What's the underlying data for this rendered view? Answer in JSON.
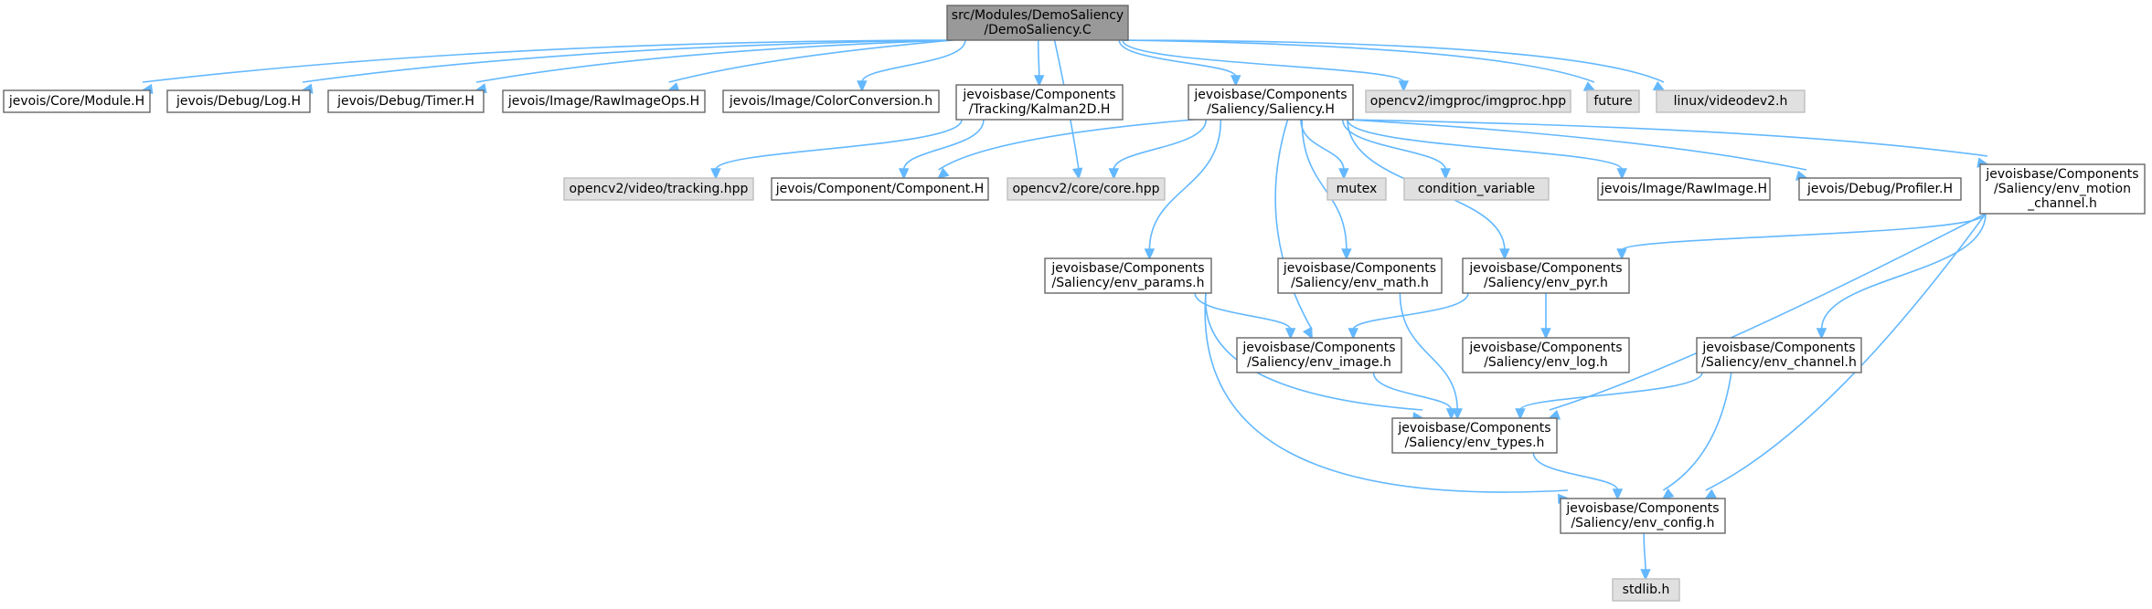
{
  "colors": {
    "root_fill": "#999999",
    "external_fill": "#e0e0e0",
    "local_fill": "#ffffff",
    "border": "#666666",
    "edge": "#63b8ff"
  },
  "nodes": [
    {
      "id": "root",
      "kind": "root",
      "lines": [
        "src/Modules/DemoSaliency",
        "/DemoSaliency.C"
      ]
    },
    {
      "id": "module_h",
      "kind": "local",
      "lines": [
        "jevois/Core/Module.H"
      ]
    },
    {
      "id": "log_h",
      "kind": "local",
      "lines": [
        "jevois/Debug/Log.H"
      ]
    },
    {
      "id": "timer_h",
      "kind": "local",
      "lines": [
        "jevois/Debug/Timer.H"
      ]
    },
    {
      "id": "rawimageops_h",
      "kind": "local",
      "lines": [
        "jevois/Image/RawImageOps.H"
      ]
    },
    {
      "id": "colorconversion_h",
      "kind": "local",
      "lines": [
        "jevois/Image/ColorConversion.h"
      ]
    },
    {
      "id": "kalman2d_h",
      "kind": "local",
      "lines": [
        "jevoisbase/Components",
        "/Tracking/Kalman2D.H"
      ]
    },
    {
      "id": "saliency_h",
      "kind": "local",
      "lines": [
        "jevoisbase/Components",
        "/Saliency/Saliency.H"
      ]
    },
    {
      "id": "imgproc_hpp",
      "kind": "external",
      "lines": [
        "opencv2/imgproc/imgproc.hpp"
      ]
    },
    {
      "id": "future",
      "kind": "external",
      "lines": [
        "future"
      ]
    },
    {
      "id": "videodev2_h",
      "kind": "external",
      "lines": [
        "linux/videodev2.h"
      ]
    },
    {
      "id": "tracking_hpp",
      "kind": "external",
      "lines": [
        "opencv2/video/tracking.hpp"
      ]
    },
    {
      "id": "component_h",
      "kind": "local",
      "lines": [
        "jevois/Component/Component.H"
      ]
    },
    {
      "id": "core_hpp",
      "kind": "external",
      "lines": [
        "opencv2/core/core.hpp"
      ]
    },
    {
      "id": "mutex",
      "kind": "external",
      "lines": [
        "mutex"
      ]
    },
    {
      "id": "condition_variable",
      "kind": "external",
      "lines": [
        "condition_variable"
      ]
    },
    {
      "id": "rawimage_h",
      "kind": "local",
      "lines": [
        "jevois/Image/RawImage.H"
      ]
    },
    {
      "id": "profiler_h",
      "kind": "local",
      "lines": [
        "jevois/Debug/Profiler.H"
      ]
    },
    {
      "id": "env_motion_channel_h",
      "kind": "local",
      "lines": [
        "jevoisbase/Components",
        "/Saliency/env_motion",
        "_channel.h"
      ]
    },
    {
      "id": "env_params_h",
      "kind": "local",
      "lines": [
        "jevoisbase/Components",
        "/Saliency/env_params.h"
      ]
    },
    {
      "id": "env_math_h",
      "kind": "local",
      "lines": [
        "jevoisbase/Components",
        "/Saliency/env_math.h"
      ]
    },
    {
      "id": "env_pyr_h",
      "kind": "local",
      "lines": [
        "jevoisbase/Components",
        "/Saliency/env_pyr.h"
      ]
    },
    {
      "id": "env_image_h",
      "kind": "local",
      "lines": [
        "jevoisbase/Components",
        "/Saliency/env_image.h"
      ]
    },
    {
      "id": "env_log_h",
      "kind": "local",
      "lines": [
        "jevoisbase/Components",
        "/Saliency/env_log.h"
      ]
    },
    {
      "id": "env_channel_h",
      "kind": "local",
      "lines": [
        "jevoisbase/Components",
        "/Saliency/env_channel.h"
      ]
    },
    {
      "id": "env_types_h",
      "kind": "local",
      "lines": [
        "jevoisbase/Components",
        "/Saliency/env_types.h"
      ]
    },
    {
      "id": "env_config_h",
      "kind": "local",
      "lines": [
        "jevoisbase/Components",
        "/Saliency/env_config.h"
      ]
    },
    {
      "id": "stdlib_h",
      "kind": "external",
      "lines": [
        "stdlib.h"
      ]
    }
  ],
  "edges": [
    [
      "root",
      "module_h"
    ],
    [
      "root",
      "log_h"
    ],
    [
      "root",
      "timer_h"
    ],
    [
      "root",
      "rawimageops_h"
    ],
    [
      "root",
      "colorconversion_h"
    ],
    [
      "root",
      "kalman2d_h"
    ],
    [
      "root",
      "saliency_h"
    ],
    [
      "root",
      "imgproc_hpp"
    ],
    [
      "root",
      "future"
    ],
    [
      "root",
      "videodev2_h"
    ],
    [
      "root",
      "core_hpp"
    ],
    [
      "kalman2d_h",
      "tracking_hpp"
    ],
    [
      "kalman2d_h",
      "component_h"
    ],
    [
      "saliency_h",
      "component_h"
    ],
    [
      "saliency_h",
      "core_hpp"
    ],
    [
      "saliency_h",
      "mutex"
    ],
    [
      "saliency_h",
      "condition_variable"
    ],
    [
      "saliency_h",
      "rawimage_h"
    ],
    [
      "saliency_h",
      "profiler_h"
    ],
    [
      "saliency_h",
      "env_motion_channel_h"
    ],
    [
      "saliency_h",
      "env_params_h"
    ],
    [
      "saliency_h",
      "env_math_h"
    ],
    [
      "saliency_h",
      "env_pyr_h"
    ],
    [
      "saliency_h",
      "env_image_h"
    ],
    [
      "env_motion_channel_h",
      "env_pyr_h"
    ],
    [
      "env_motion_channel_h",
      "env_channel_h"
    ],
    [
      "env_motion_channel_h",
      "env_types_h"
    ],
    [
      "env_motion_channel_h",
      "env_config_h"
    ],
    [
      "env_params_h",
      "env_image_h"
    ],
    [
      "env_params_h",
      "env_types_h"
    ],
    [
      "env_params_h",
      "env_config_h"
    ],
    [
      "env_math_h",
      "env_types_h"
    ],
    [
      "env_pyr_h",
      "env_image_h"
    ],
    [
      "env_pyr_h",
      "env_log_h"
    ],
    [
      "env_image_h",
      "env_types_h"
    ],
    [
      "env_channel_h",
      "env_types_h"
    ],
    [
      "env_channel_h",
      "env_config_h"
    ],
    [
      "env_types_h",
      "env_config_h"
    ],
    [
      "env_config_h",
      "stdlib_h"
    ]
  ]
}
